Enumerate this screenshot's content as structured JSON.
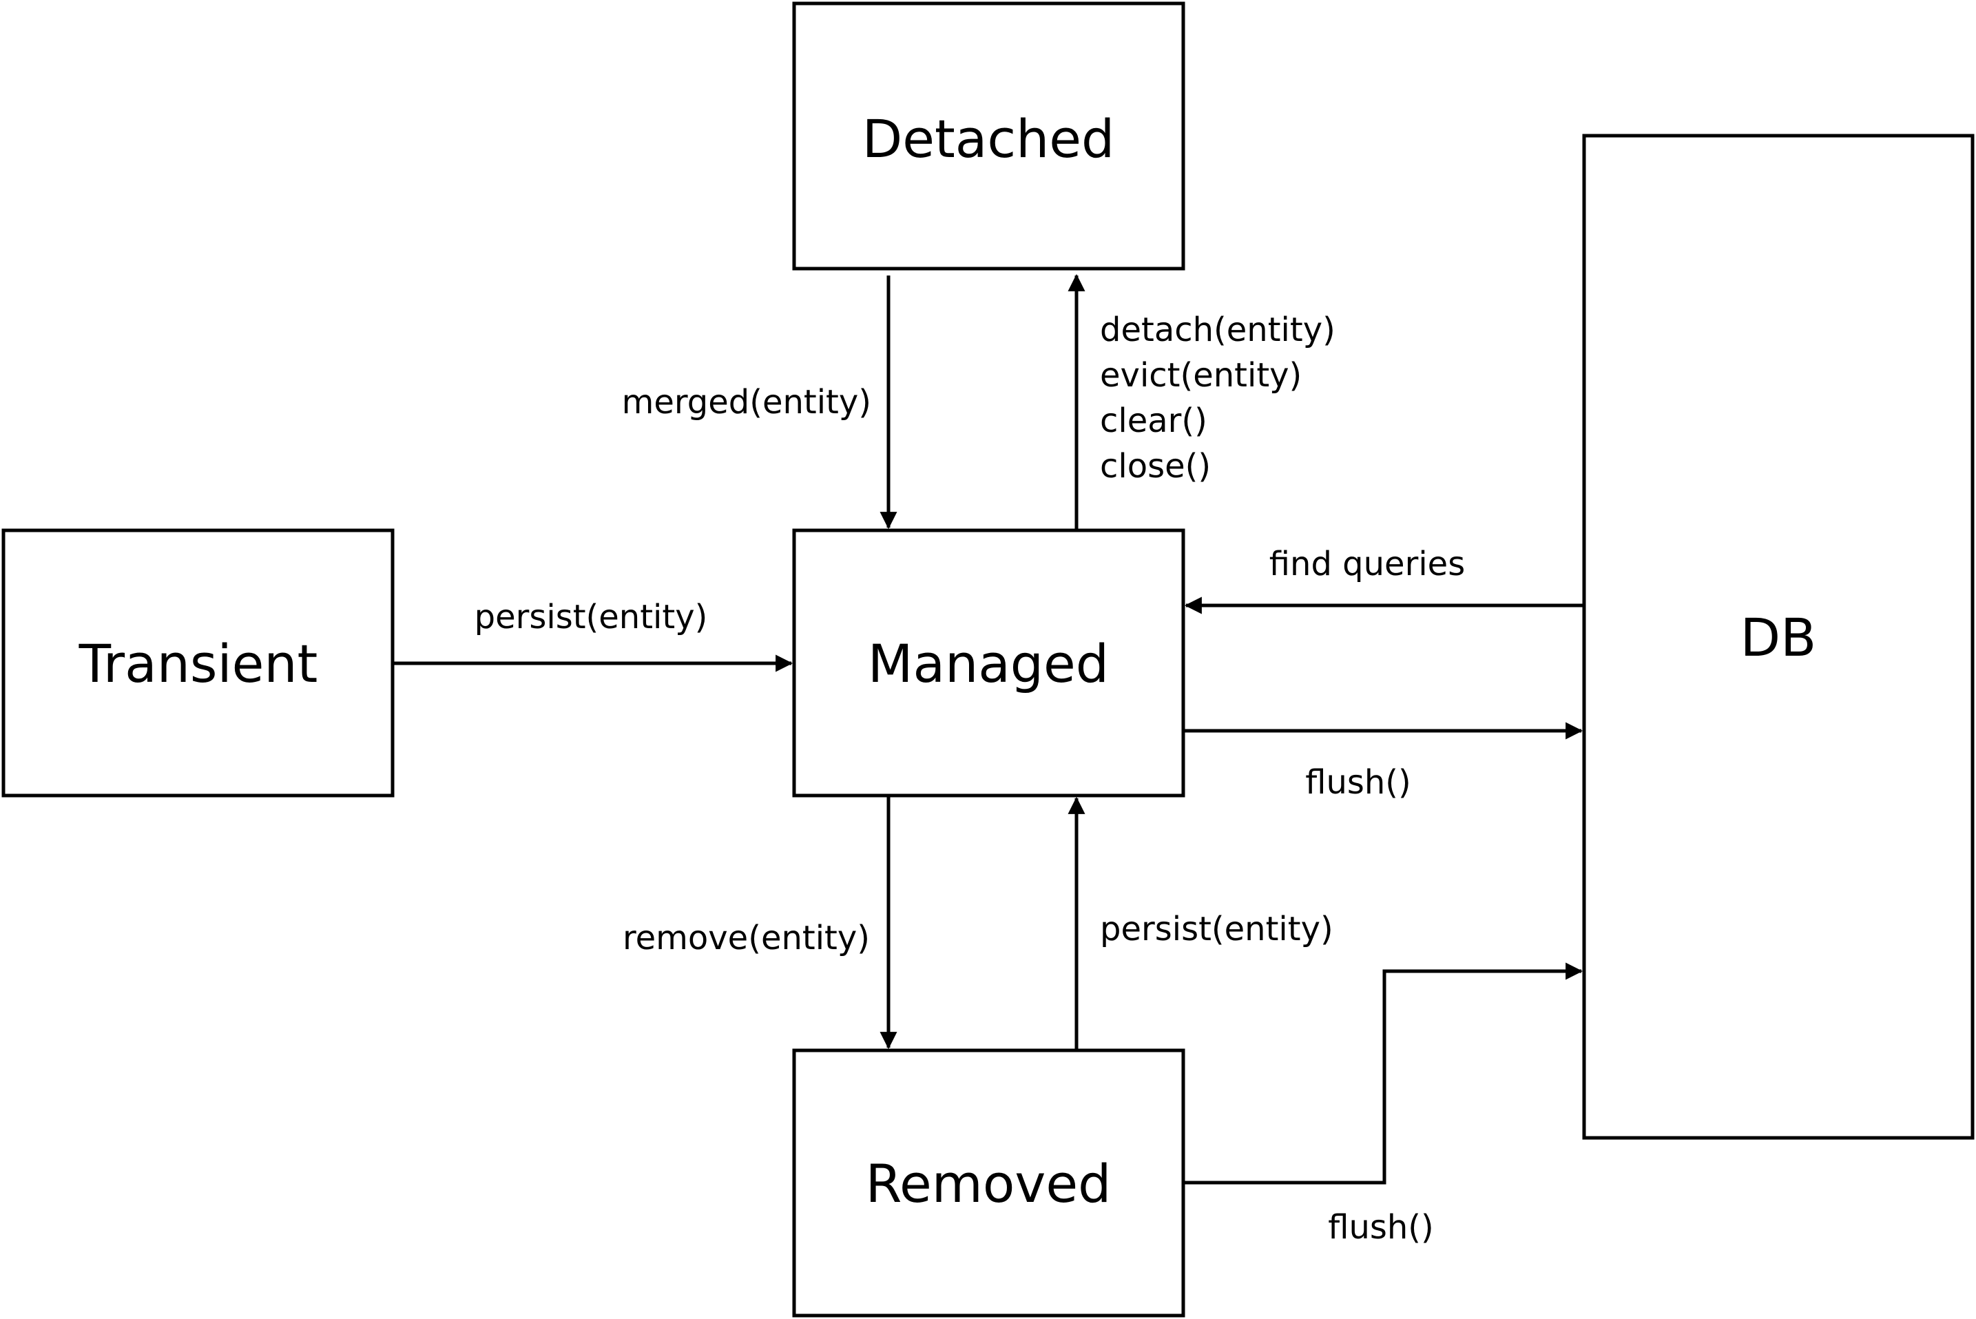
{
  "states": {
    "detached": "Detached",
    "transient": "Transient",
    "managed": "Managed",
    "removed": "Removed",
    "db": "DB"
  },
  "edges": {
    "merged": "merged(entity)",
    "detach_ops": [
      "detach(entity)",
      "evict(entity)",
      "clear()",
      "close()"
    ],
    "persist_transient": "persist(entity)",
    "find_queries": "find queries",
    "flush_managed": "flush()",
    "remove": "remove(entity)",
    "persist_removed": "persist(entity)",
    "flush_removed": "flush()"
  }
}
